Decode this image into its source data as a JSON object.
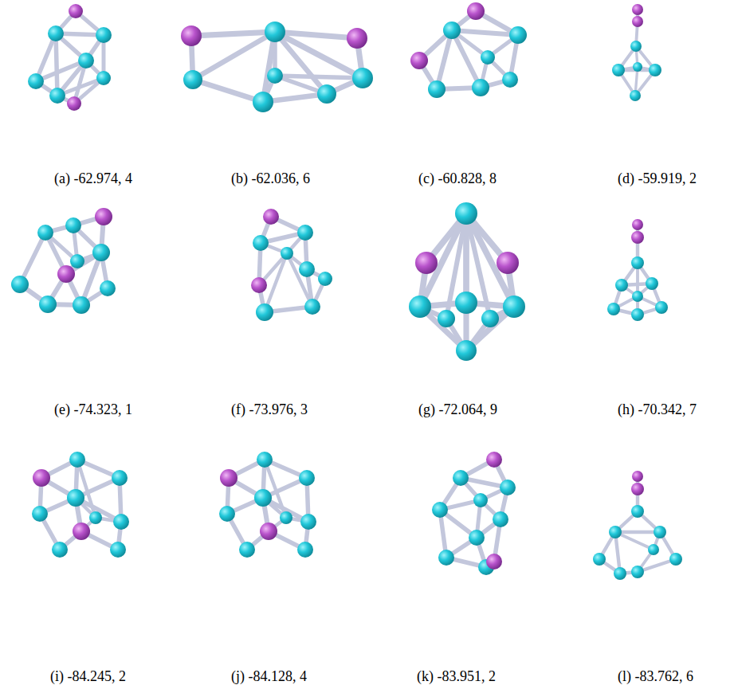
{
  "diagram": {
    "labels": [
      "(a) -62.974, 4",
      "(b) -62.036, 6",
      "(c) -60.828, 8",
      "(d) -59.919, 2",
      "(e) -74.323, 1",
      "(f) -73.976, 3",
      "(g) -72.064, 9",
      "(h) -70.342, 7",
      "(i) -84.245, 2",
      "(j) -84.128, 4",
      "(k) -83.951, 2",
      "(l) -83.762, 6"
    ]
  }
}
